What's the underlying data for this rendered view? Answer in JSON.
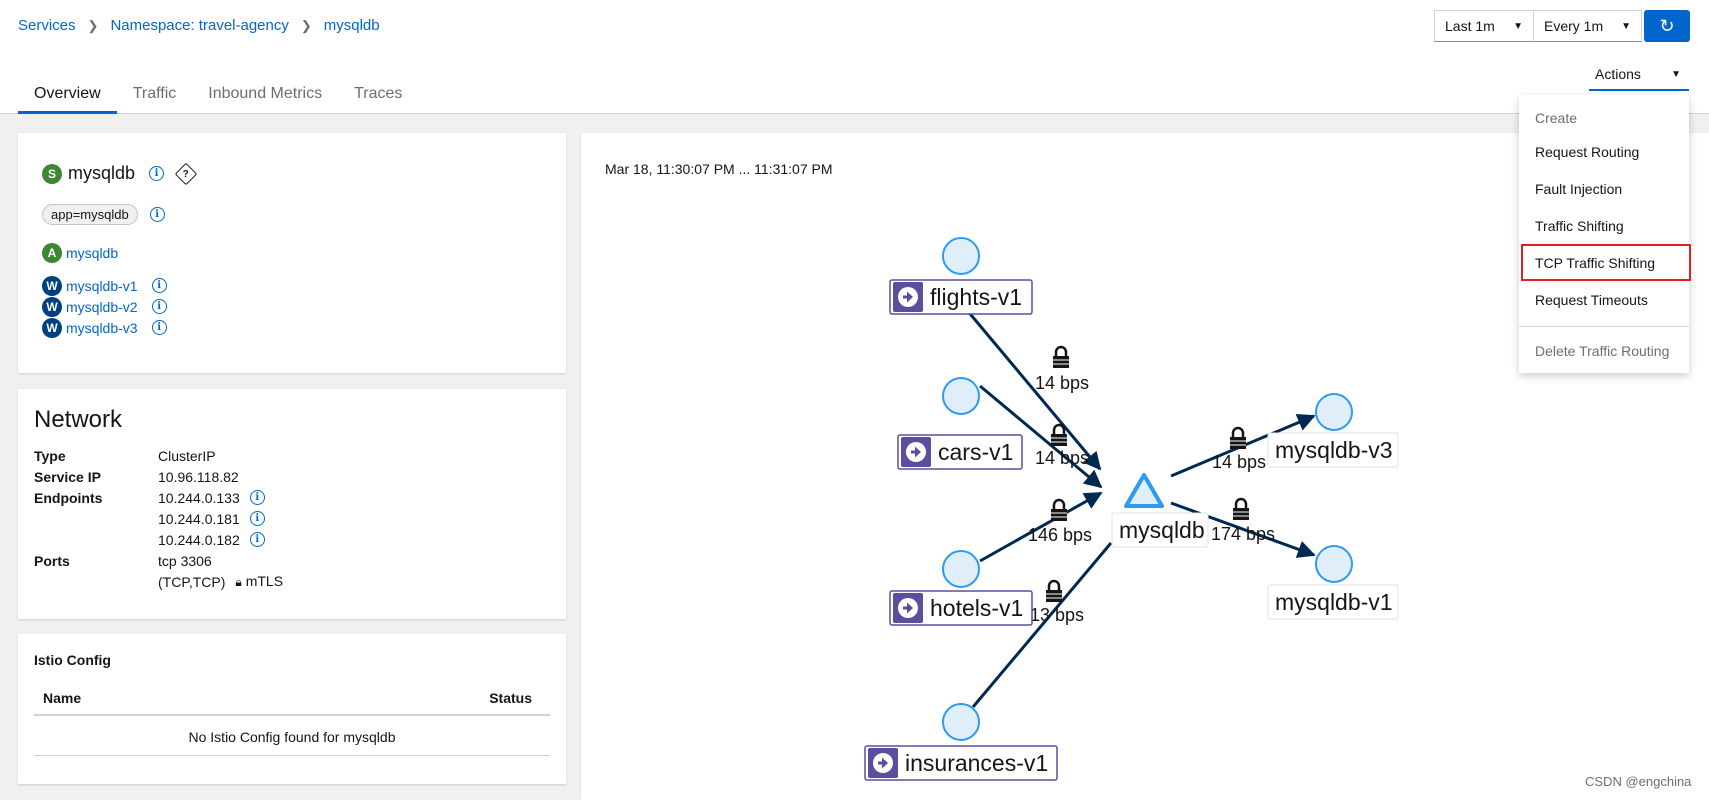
{
  "breadcrumb": {
    "services": "Services",
    "namespace": "Namespace: travel-agency",
    "service": "mysqldb"
  },
  "controls": {
    "range": "Last 1m",
    "refresh": "Every 1m",
    "actions": "Actions"
  },
  "tabs": [
    "Overview",
    "Traffic",
    "Inbound Metrics",
    "Traces"
  ],
  "service": {
    "badge": "S",
    "name": "mysqldb",
    "label": "app=mysqldb",
    "app_badge": "A",
    "app": "mysqldb",
    "workload_badge": "W",
    "workloads": [
      "mysqldb-v1",
      "mysqldb-v2",
      "mysqldb-v3"
    ]
  },
  "network": {
    "title": "Network",
    "type_label": "Type",
    "type": "ClusterIP",
    "ip_label": "Service IP",
    "ip": "10.96.118.82",
    "endpoints_label": "Endpoints",
    "endpoints": [
      "10.244.0.133",
      "10.244.0.181",
      "10.244.0.182"
    ],
    "ports_label": "Ports",
    "port": "tcp 3306",
    "protocol": "(TCP,TCP)",
    "mtls": "mTLS"
  },
  "istio": {
    "title": "Istio Config",
    "col_name": "Name",
    "col_status": "Status",
    "empty": "No Istio Config found for mysqldb"
  },
  "graph": {
    "time_range": "Mar 18, 11:30:07 PM ... 11:31:07 PM",
    "center": "mysqldb",
    "sources": [
      {
        "name": "flights-v1",
        "rate": "14 bps"
      },
      {
        "name": "cars-v1",
        "rate": "14 bps"
      },
      {
        "name": "hotels-v1",
        "rate": "146 bps"
      },
      {
        "name": "insurances-v1",
        "rate": "13 bps"
      }
    ],
    "targets": [
      {
        "name": "mysqldb-v3",
        "rate": "14 bps"
      },
      {
        "name": "mysqldb-v1",
        "rate": "174 bps"
      }
    ]
  },
  "menu": {
    "header": "Create",
    "items": [
      "Request Routing",
      "Fault Injection",
      "Traffic Shifting",
      "TCP Traffic Shifting",
      "Request Timeouts"
    ],
    "disabled": "Delete Traffic Routing"
  },
  "watermark": "CSDN @engchina"
}
